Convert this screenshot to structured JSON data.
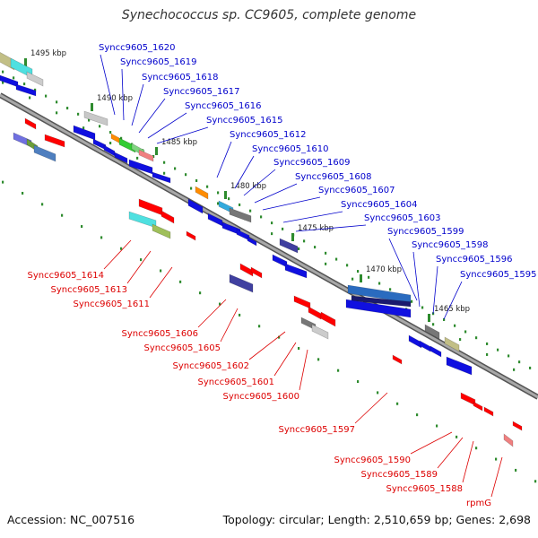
{
  "title": "Synechococcus sp. CC9605, complete genome",
  "footer": {
    "accession": "Accession: NC_007516",
    "topology": "Topology: circular; Length: 2,510,659 bp; Genes: 2,698"
  },
  "colors": {
    "forward_label": "#0000cc",
    "reverse_label": "#dd0000",
    "backbone": "#808080",
    "tick": "#2e8b2e"
  },
  "scale_labels": [
    "1495 kbp",
    "1490 kbp",
    "1485 kbp",
    "1480 kbp",
    "1475 kbp",
    "1470 kbp",
    "1465 kbp"
  ],
  "forward_genes": [
    "Syncc9605_1620",
    "Syncc9605_1619",
    "Syncc9605_1618",
    "Syncc9605_1617",
    "Syncc9605_1616",
    "Syncc9605_1615",
    "Syncc9605_1612",
    "Syncc9605_1610",
    "Syncc9605_1609",
    "Syncc9605_1608",
    "Syncc9605_1607",
    "Syncc9605_1604",
    "Syncc9605_1603",
    "Syncc9605_1599",
    "Syncc9605_1598",
    "Syncc9605_1596",
    "Syncc9605_1595"
  ],
  "reverse_genes": [
    "Syncc9605_1614",
    "Syncc9605_1613",
    "Syncc9605_1611",
    "Syncc9605_1606",
    "Syncc9605_1605",
    "Syncc9605_1602",
    "Syncc9605_1601",
    "Syncc9605_1600",
    "Syncc9605_1597",
    "Syncc9605_1590",
    "Syncc9605_1589",
    "Syncc9605_1588",
    "rpmG"
  ]
}
